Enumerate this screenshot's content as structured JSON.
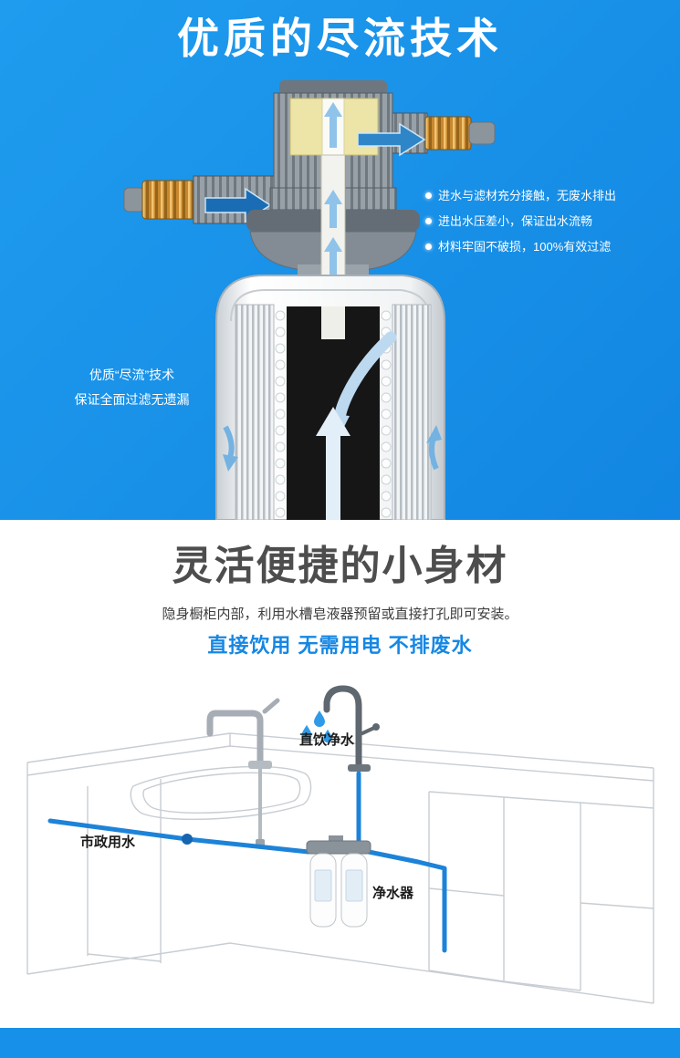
{
  "colors": {
    "primary_blue": "#1690e9",
    "accent_blue": "#1687e3",
    "brass": "#c8882f",
    "title_gray": "#4d4d4d"
  },
  "section1": {
    "title": "优质的尽流技术",
    "bullets": [
      "进水与滤材充分接触，无废水排出",
      "进出水压差小，保证出水流畅",
      "材料牢固不破损，100%有效过滤"
    ],
    "side_note_line1": "优质“尽流”技术",
    "side_note_line2": "保证全面过滤无遗漏"
  },
  "section2": {
    "title": "灵活便捷的小身材",
    "subtitle": "隐身橱柜内部，利用水槽皂液器预留或直接打孔即可安装。",
    "highlight": "直接饮用 无需用电 不排废水",
    "labels": {
      "faucet": "直饮净水",
      "municipal": "市政用水",
      "purifier": "净水器"
    }
  }
}
